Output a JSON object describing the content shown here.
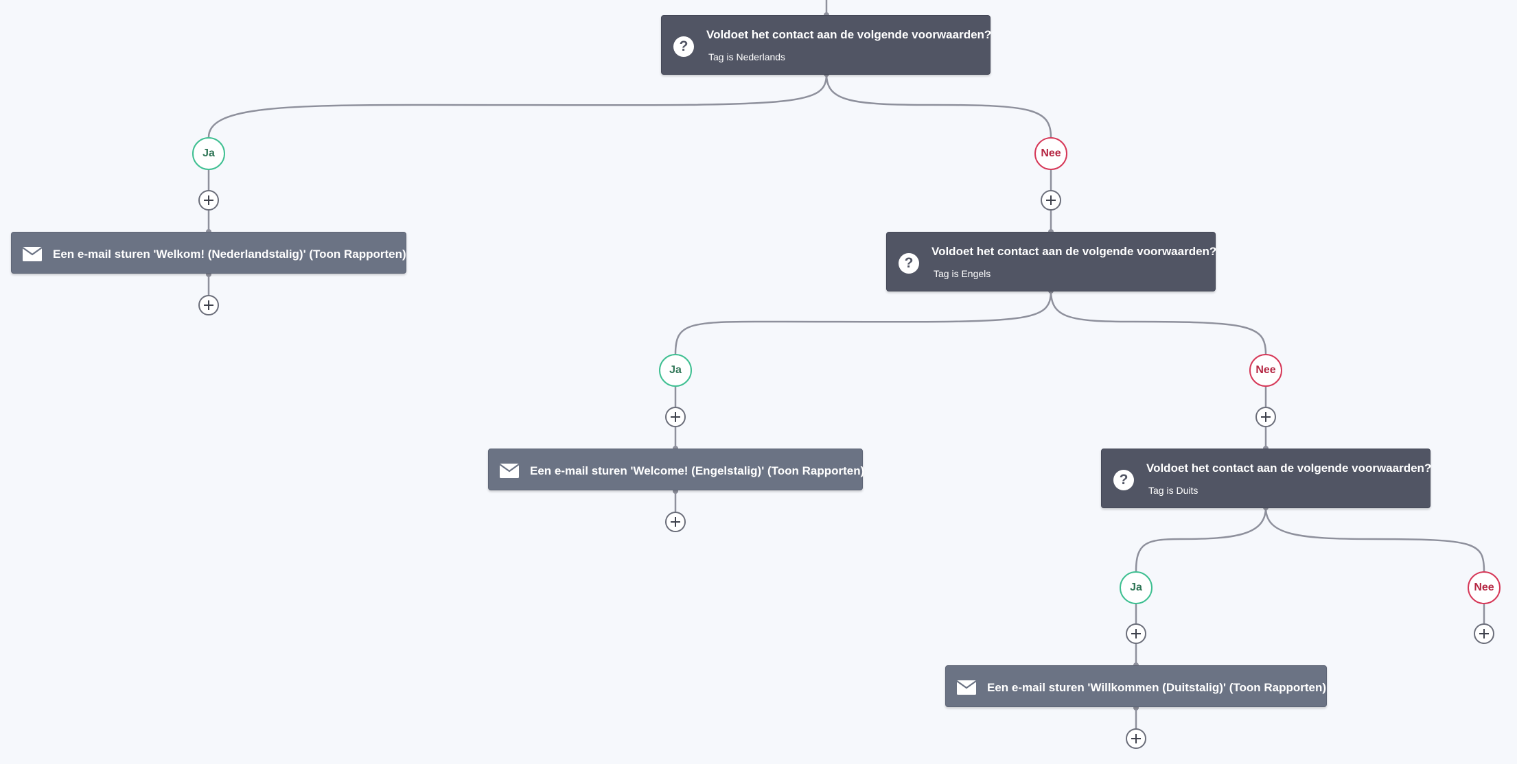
{
  "colors": {
    "background": "#f6f8fc",
    "condition_node": "#515564",
    "action_node": "#6b7384",
    "connector": "#8e909c",
    "yes_branch": "#3ebf91",
    "no_branch": "#d63858"
  },
  "icons": {
    "condition": "question-circle-icon",
    "action": "envelope-icon",
    "add": "plus-icon"
  },
  "conditions": [
    {
      "title": "Voldoet het contact aan de volgende voorwaarden?",
      "subtitle": "Tag is Nederlands"
    },
    {
      "title": "Voldoet het contact aan de volgende voorwaarden?",
      "subtitle": "Tag is Engels"
    },
    {
      "title": "Voldoet het contact aan de volgende voorwaarden?",
      "subtitle": "Tag is Duits"
    }
  ],
  "actions": [
    {
      "label": "Een e-mail sturen 'Welkom! (Nederlandstalig)' (Toon Rapporten)"
    },
    {
      "label": "Een e-mail sturen 'Welcome! (Engelstalig)' (Toon Rapporten)"
    },
    {
      "label": "Een e-mail sturen 'Willkommen (Duitstalig)' (Toon Rapporten)"
    }
  ],
  "branches": {
    "yes_label": "Ja",
    "no_label": "Nee"
  }
}
